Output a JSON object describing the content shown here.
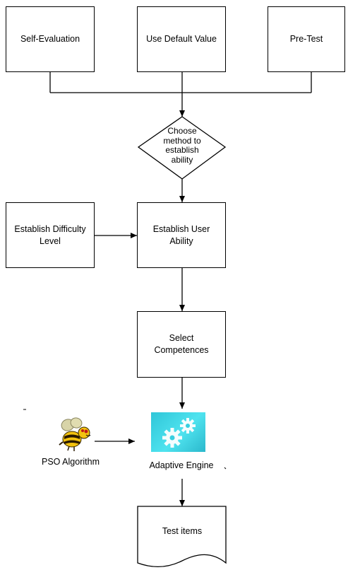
{
  "nodes": {
    "self_evaluation": "Self-Evaluation",
    "use_default_value": "Use Default Value",
    "pre_test": "Pre-Test",
    "choose_method": [
      "Choose",
      "method to",
      "establish",
      "ability"
    ],
    "establish_difficulty": "Establish Difficulty Level",
    "establish_user_ability": "Establish User Ability",
    "select_competences": "Select Competences",
    "pso_algorithm": "PSO Algorithm",
    "adaptive_engine": "Adaptive Engine",
    "test_items": "Test items"
  },
  "icons": {
    "pso": "bee-icon",
    "engine": "gears-icon",
    "engine_color": "#3fd7e6"
  }
}
